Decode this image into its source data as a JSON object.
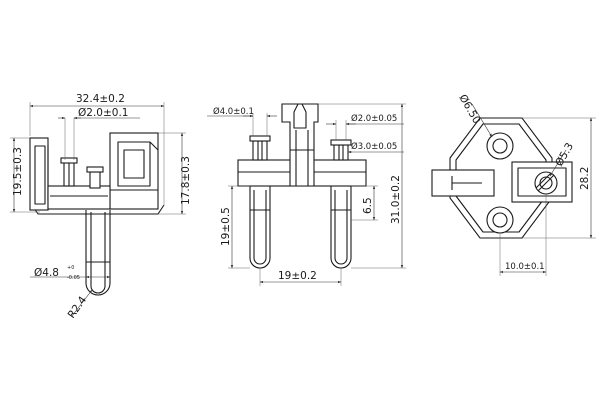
{
  "dimensions": {
    "side_width": "32.4±0.2",
    "side_pin_dia": "Ø2.0±0.1",
    "side_height_left": "19.5±0.3",
    "side_height_right": "17.8±0.3",
    "side_shaft_dia": "Ø4.8",
    "side_shaft_tol_upper": "+0",
    "side_shaft_tol_lower": "-0.05",
    "side_tip_radius": "R2.4",
    "front_stud_dia": "Ø4.0±0.1",
    "front_stud_dia2": "Ø2.0±0.05",
    "front_stud_dia3": "Ø3.0±0.05",
    "front_pin_length": "19±0.5",
    "front_offset": "6.5",
    "front_total_height": "31.0±0.2",
    "front_pin_spacing": "19±0.2",
    "top_hole_dia": "Ø6.50",
    "top_screw_dia": "Ø5.3",
    "top_height": "28.2",
    "top_offset": "10.0±0.1"
  }
}
